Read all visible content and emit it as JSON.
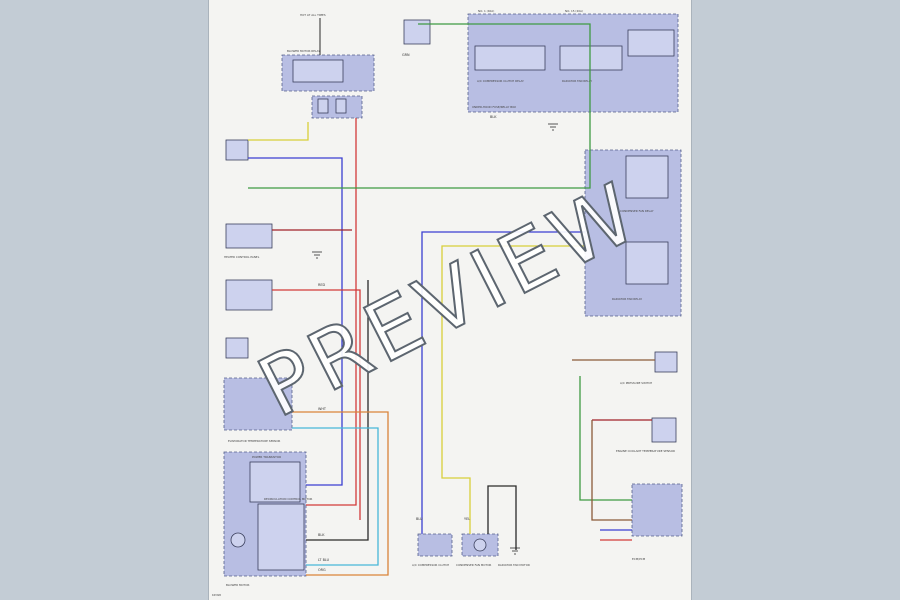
{
  "footer_code": "KP-W8",
  "watermark": "PREVIEW",
  "blocks": {
    "hot_all_times": "HOT AT ALL TIMES",
    "fuse_relay_box": "UNDER-HOOD FUSE/RELAY BOX",
    "fuse_left": "NO. 1 (40A)",
    "fuse_right": "NO. 15 (20A)",
    "compressor_clutch_relay": "A/C COMPRESSOR CLUTCH RELAY",
    "radiator_fan_relay": "RADIATOR FAN RELAY",
    "condenser_fan_relay": "CONDENSER FAN RELAY",
    "blower_motor_relay": "BLOWER MOTOR RELAY",
    "pressure_switch": "A/C PRESSURE SWITCH",
    "ecm_pcm": "ECM/PCM",
    "compressor_clutch": "A/C COMPRESSOR CLUTCH",
    "radiator_fan_motor": "RADIATOR FAN MOTOR",
    "condenser_fan_motor": "CONDENSER FAN MOTOR",
    "engine_coolant_sensor": "ENGINE COOLANT TEMPERATURE SENSOR",
    "heater_control_panel": "HEATER CONTROL PANEL",
    "blower_motor": "BLOWER MOTOR",
    "recirc_motor": "RECIRCULATION CONTROL MOTOR",
    "evaporator_sensor": "EVAPORATOR TEMPERATURE SENSOR",
    "power_transistor": "POWER TRANSISTOR"
  },
  "wire_codes": {
    "blu": "BLU",
    "yel": "YEL",
    "grn": "GRN",
    "red": "RED",
    "blk": "BLK",
    "wht": "WHT",
    "org": "ORG",
    "lt_blu": "LT BLU"
  },
  "colors": {
    "blue": "#3a3fd1",
    "yellow": "#d8cf3a",
    "green": "#3f9a43",
    "red": "#d23a3a",
    "black": "#2a2a2a",
    "orange": "#d9833a",
    "light_blue": "#47b7d8",
    "brown": "#8a5a3a",
    "dark_red": "#a0222a"
  }
}
